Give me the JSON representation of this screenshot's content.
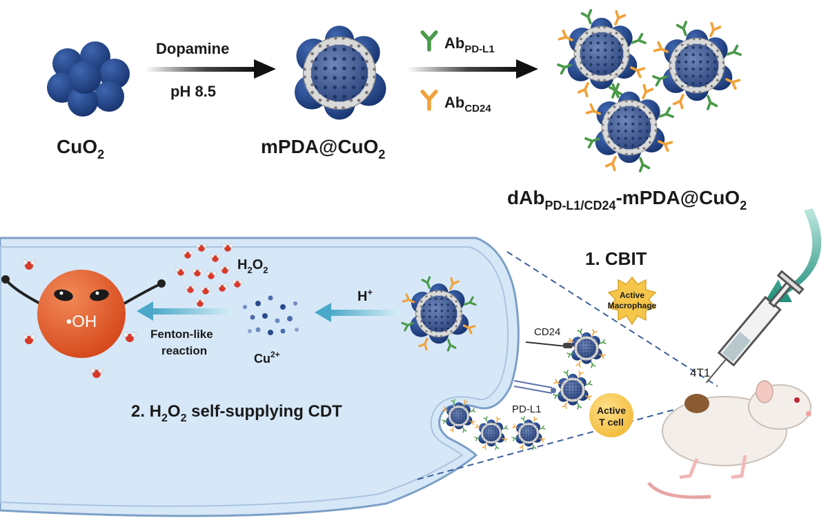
{
  "top": {
    "cuo2": {
      "main": "CuO",
      "sub": "2"
    },
    "step1": {
      "reagent": "Dopamine",
      "condition": "pH 8.5"
    },
    "mpda": {
      "main": "mPDA@CuO",
      "sub": "2"
    },
    "ab_pdl1": {
      "main": "Ab",
      "sub": "PD-L1"
    },
    "ab_cd24": {
      "main": "Ab",
      "sub": "CD24"
    },
    "product": {
      "prefix": "dAb",
      "sub": "PD-L1/CD24",
      "middle": "-mPDA@CuO",
      "sub2": "2"
    }
  },
  "bottom": {
    "cbit": "1.  CBIT",
    "active_macrophage": [
      "Active",
      "Macrophage"
    ],
    "tumor": "4T1",
    "cd24": "CD24",
    "pdl1": "PD-L1",
    "active_tcell": [
      "Active",
      "T  cell"
    ],
    "hplus": {
      "main": "H",
      "sup": "+"
    },
    "h2o2": {
      "main": "H",
      "sub": "2",
      "main2": "O",
      "sub2": "2"
    },
    "cu": {
      "main": "Cu",
      "sup": "2+"
    },
    "fenton": [
      "Fenton-like",
      "reaction"
    ],
    "oh": "•OH",
    "cdt": {
      "a": "2. H",
      "sub": "2",
      "b": "O",
      "sub2": "2",
      "c": " self-supplying CDT"
    }
  },
  "colors": {
    "copper_dark": "#1f3f7a",
    "cell": "#d6e7f8",
    "arrow": "#5bb3cf",
    "green_ab": "#4a9a4a",
    "orange_ab": "#f0a23a",
    "radical": "#e2592a"
  }
}
